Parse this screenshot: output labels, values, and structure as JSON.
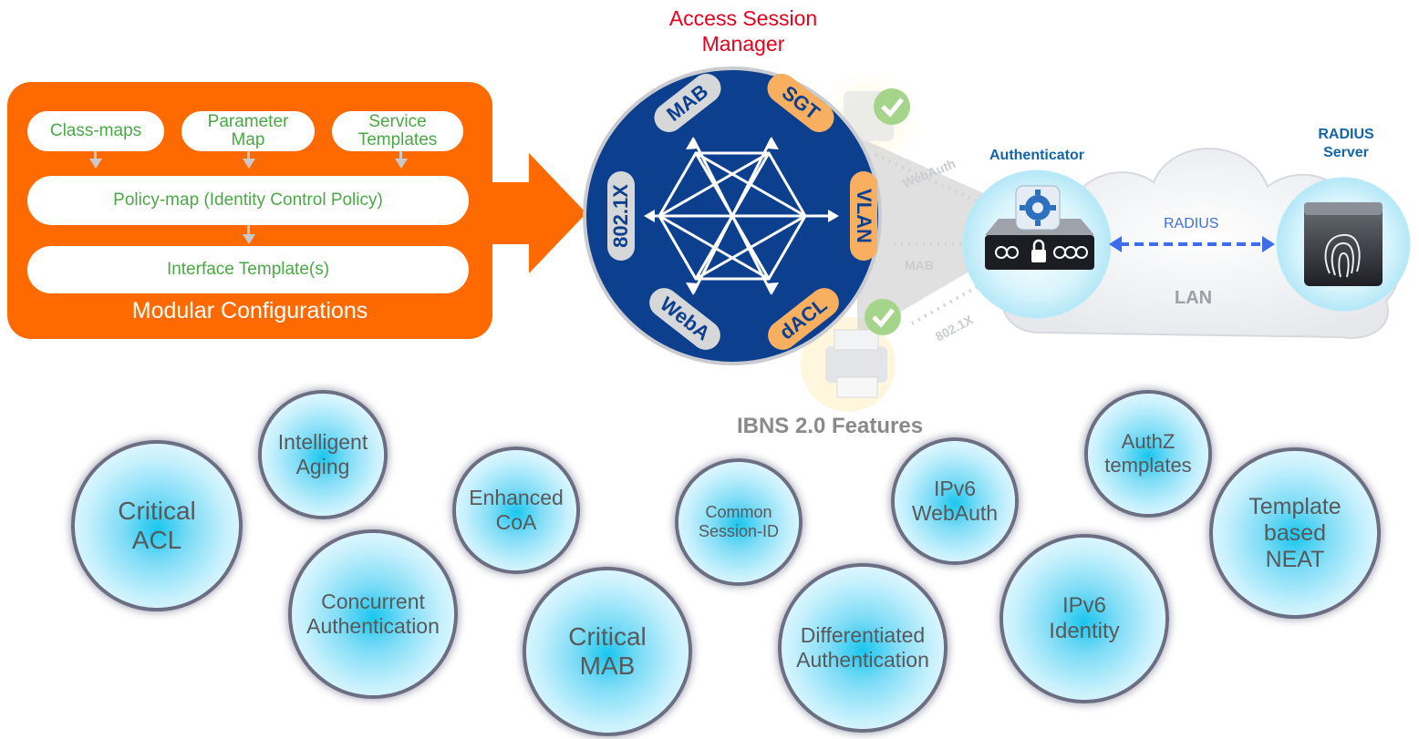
{
  "config": {
    "class_maps": "Class-maps",
    "parameter_map": "Parameter\nMap",
    "service_templates": "Service\nTemplates",
    "policy_map": "Policy-map (Identity Control Policy)",
    "interface_template": "Interface Template(s)",
    "title": "Modular Configurations"
  },
  "asm": {
    "title": "Access Session\nManager",
    "methods": {
      "mab": "MAB",
      "sgt": "SGT",
      "dot1x": "802.1X",
      "vlan": "VLAN",
      "weba": "WebA",
      "dacl": "dACL"
    }
  },
  "network": {
    "authenticator": "Authenticator",
    "radius_server": "RADIUS\nServer",
    "radius_link": "RADIUS",
    "lan": "LAN",
    "faint_webauth": "WebAuth",
    "faint_mab": "MAB",
    "faint_8021x": "802.1X"
  },
  "features": {
    "title": "IBNS 2.0 Features",
    "items": [
      "Critical\nACL",
      "Intelligent\nAging",
      "Concurrent\nAuthentication",
      "Enhanced\nCoA",
      "Critical\nMAB",
      "Common\nSession-ID",
      "Differentiated\nAuthentication",
      "IPv6\nWebAuth",
      "IPv6\nIdentity",
      "AuthZ\ntemplates",
      "Template\nbased\nNEAT"
    ]
  },
  "colors": {
    "orange": "#ff6a00",
    "green_text": "#4aa845",
    "asm_blue": "#0d3f8f",
    "method_grey": "#d6d7d9",
    "method_orange": "#f8b060",
    "asm_red": "#e8001c",
    "network_blue": "#1565a8",
    "radius_arrow": "#3d6ee8",
    "feature_cyan": "#19c6ee",
    "feature_ring": "#6c6f84"
  },
  "icons": [
    "gear-icon",
    "lock-icon",
    "fingerprint-icon",
    "check-icon",
    "printer-icon",
    "cloud-icon"
  ]
}
